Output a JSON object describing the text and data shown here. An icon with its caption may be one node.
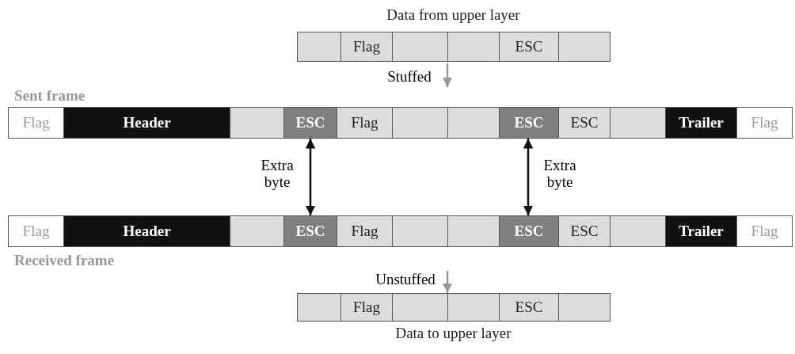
{
  "diagram": {
    "nodes": [
      {
        "text": [
          "Data from upper layer"
        ]
      },
      {
        "text": [],
        "shape": "box",
        "in": 0
      },
      {
        "text": [
          "Flag"
        ],
        "in": 0
      },
      {
        "text": [],
        "shape": "box",
        "in": 0
      },
      {
        "text": [],
        "shape": "box",
        "in": 0
      },
      {
        "text": [
          "ESC"
        ],
        "in": 0
      },
      {
        "text": [],
        "shape": "box",
        "in": 0
      },
      {
        "text": [
          "Sent frame"
        ]
      },
      {
        "text": [
          "Flag"
        ],
        "in": 7
      },
      {
        "text": [
          "Header"
        ],
        "in": 7
      },
      {
        "text": [],
        "shape": "box",
        "in": 7
      },
      {
        "text": [
          "ESC"
        ],
        "in": 7
      },
      {
        "text": [
          "Flag"
        ],
        "in": 7
      },
      {
        "text": [],
        "shape": "box",
        "in": 7
      },
      {
        "text": [],
        "shape": "box",
        "in": 7
      },
      {
        "text": [
          "ESC"
        ],
        "in": 7
      },
      {
        "text": [
          "ESC"
        ],
        "in": 7
      },
      {
        "text": [],
        "shape": "box",
        "in": 7
      },
      {
        "text": [
          "Trailer"
        ],
        "in": 7
      },
      {
        "text": [
          "Flag"
        ],
        "in": 7
      },
      {
        "text": [
          "Received frame"
        ]
      },
      {
        "text": [
          "Flag"
        ],
        "in": 20
      },
      {
        "text": [
          "Header"
        ],
        "in": 20
      },
      {
        "text": [],
        "shape": "box",
        "in": 20
      },
      {
        "text": [
          "ESC"
        ],
        "in": 20
      },
      {
        "text": [
          "Flag"
        ],
        "in": 20
      },
      {
        "text": [],
        "shape": "box",
        "in": 20
      },
      {
        "text": [],
        "shape": "box",
        "in": 20
      },
      {
        "text": [
          "ESC"
        ],
        "in": 20
      },
      {
        "text": [
          "ESC"
        ],
        "in": 20
      },
      {
        "text": [],
        "shape": "box",
        "in": 20
      },
      {
        "text": [
          "Trailer"
        ],
        "in": 20
      },
      {
        "text": [
          "Flag"
        ],
        "in": 20
      },
      {
        "text": [
          "Data to upper layer"
        ]
      },
      {
        "text": [],
        "shape": "box",
        "in": 33
      },
      {
        "text": [
          "Flag"
        ],
        "in": 33
      },
      {
        "text": [],
        "shape": "box",
        "in": 33
      },
      {
        "text": [],
        "shape": "box",
        "in": 33
      },
      {
        "text": [
          "ESC"
        ],
        "in": 33
      },
      {
        "text": [],
        "shape": "box",
        "in": 33
      }
    ],
    "edges": [
      {
        "from": 0,
        "to": 7,
        "arrow": "to",
        "label": "Stuffed",
        "color": "#999999"
      },
      {
        "from": 11,
        "to": 24,
        "arrow": "both",
        "label": "Extra byte",
        "color": "#111111"
      },
      {
        "from": 15,
        "to": 28,
        "arrow": "both",
        "label": "Extra byte",
        "color": "#111111"
      },
      {
        "from": 20,
        "to": 33,
        "arrow": "to",
        "label": "Unstuffed",
        "color": "#999999"
      }
    ]
  }
}
